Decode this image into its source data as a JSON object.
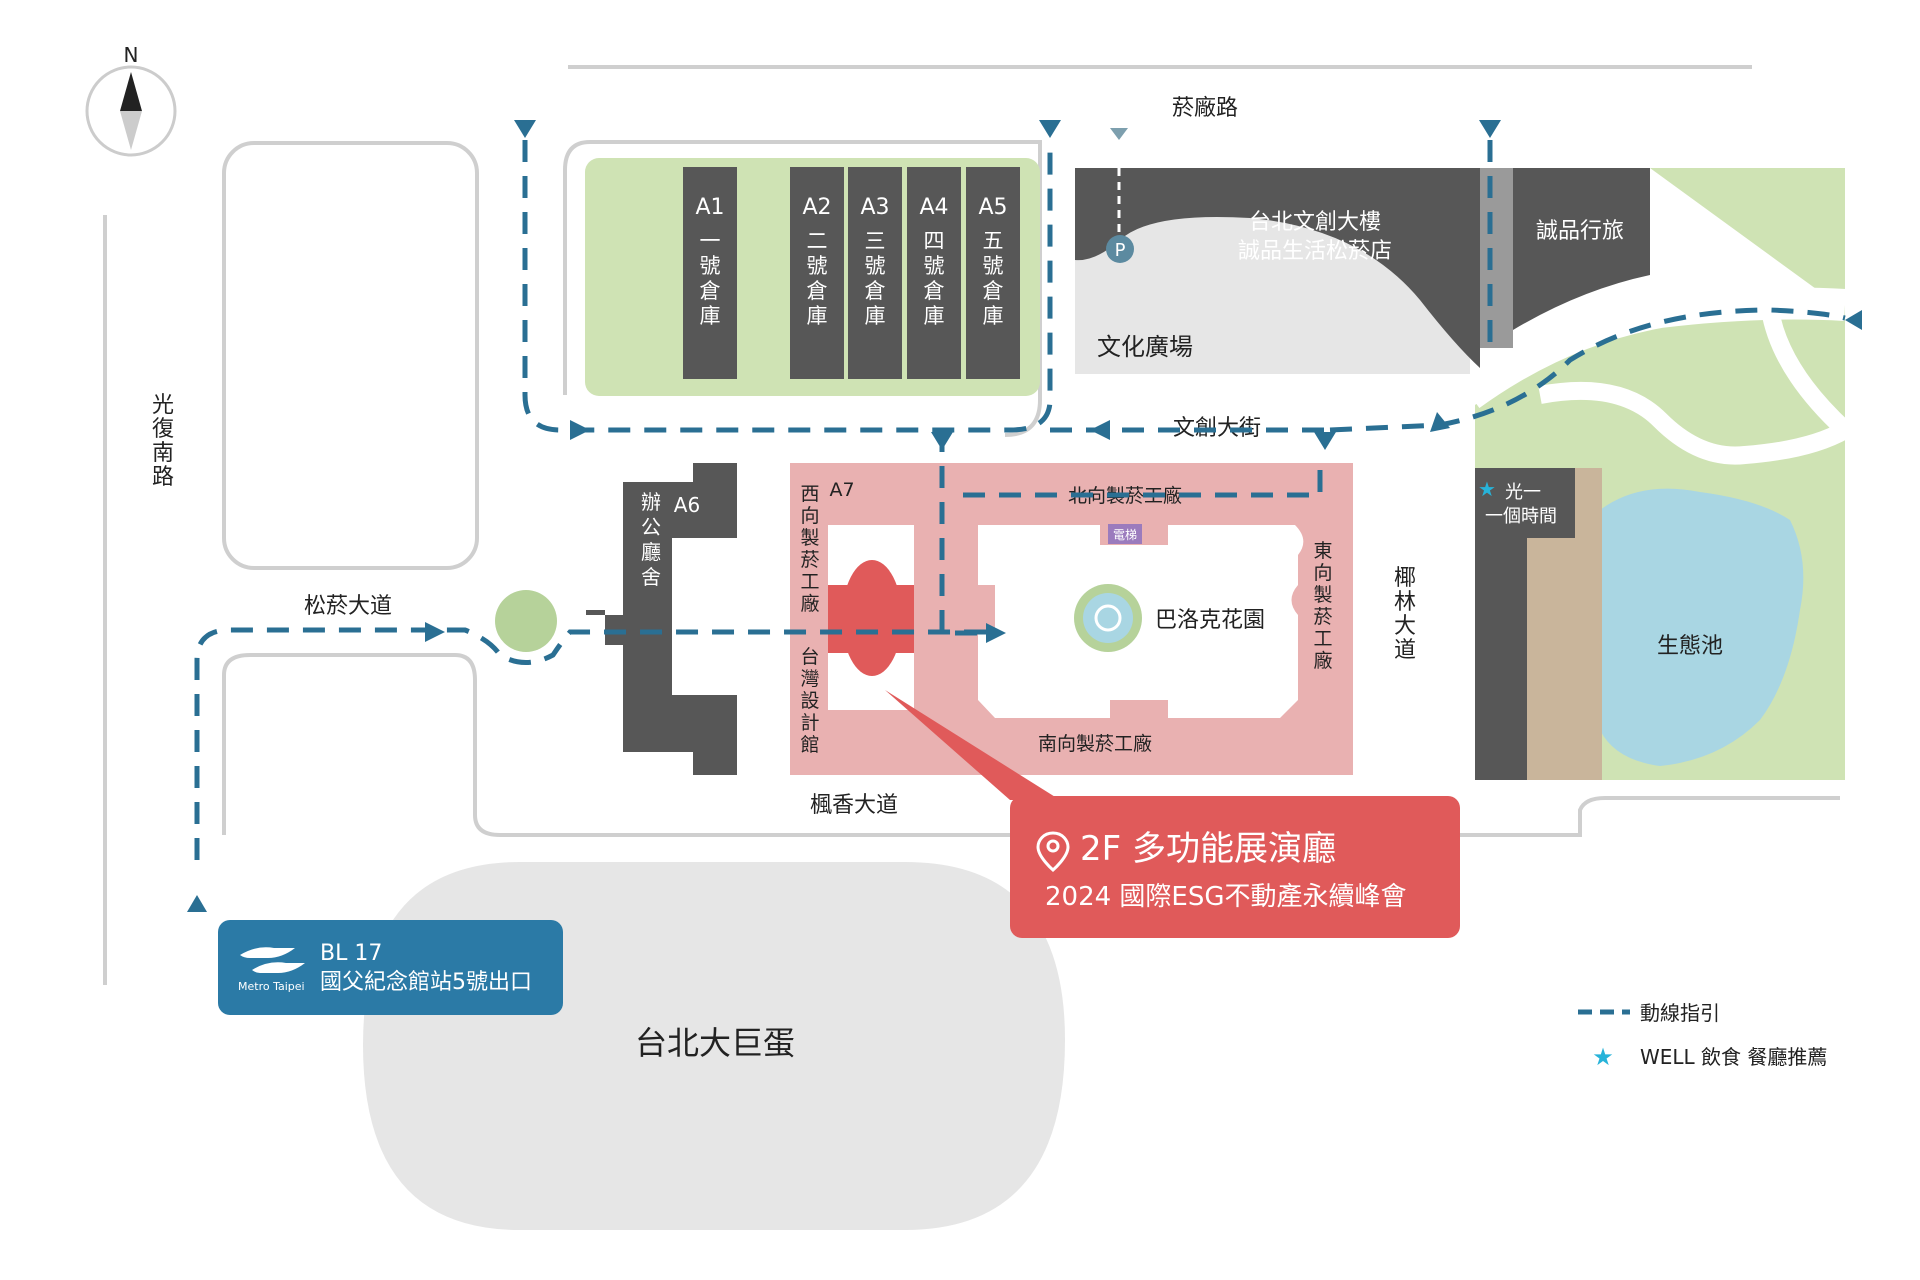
{
  "compass": {
    "north_label": "N"
  },
  "roads": {
    "top": "菸廠路",
    "left": "光復南路",
    "wenchuang": "文創大街",
    "songyan": "松菸大道",
    "fengxiang": "楓香大道",
    "yelin": "椰林大道"
  },
  "buildings": {
    "a1": {
      "code": "A1",
      "name": "一號倉庫"
    },
    "a2": {
      "code": "A2",
      "name": "二號倉庫"
    },
    "a3": {
      "code": "A3",
      "name": "三號倉庫"
    },
    "a4": {
      "code": "A4",
      "name": "四號倉庫"
    },
    "a5": {
      "code": "A5",
      "name": "五號倉庫"
    },
    "a6": {
      "code": "A6",
      "name": "辦公廳舍"
    },
    "a7": {
      "code": "A7",
      "name": "西向製菸工廠"
    },
    "design": "台灣設計館",
    "north_factory": "北向製菸工廠",
    "south_factory": "南向製菸工廠",
    "east_factory": "東向製菸工廠",
    "elevator": "電梯",
    "baroque": "巴洛克花園",
    "culture_tower_line1": "台北文創大樓",
    "culture_tower_line2": "誠品生活松菸店",
    "culture_plaza": "文化廣場",
    "hotel": "誠品行旅",
    "restaurant_line1": "光一",
    "restaurant_line2": "一個時間",
    "pond": "生態池",
    "dome": "台北大巨蛋",
    "parking": "P"
  },
  "callout": {
    "title": "2F 多功能展演廳",
    "subtitle": "2024 國際ESG不動產永續峰會"
  },
  "metro": {
    "logo_text": "Metro Taipei",
    "station_code": "BL 17",
    "station_name": "國父紀念館站5號出口"
  },
  "legend": {
    "route_label": "動線指引",
    "star_label": "WELL 飲食 餐廳推薦"
  },
  "colors": {
    "route": "#2a6f93",
    "warehouse_green": "#cfe3b4",
    "dark_building": "#575757",
    "pink_factory": "#e9b1b1",
    "highlight_red": "#e05a5a",
    "metro_blue": "#2b7aa6",
    "pond_blue": "#a9d6e3",
    "star_cyan": "#27b3d9"
  }
}
